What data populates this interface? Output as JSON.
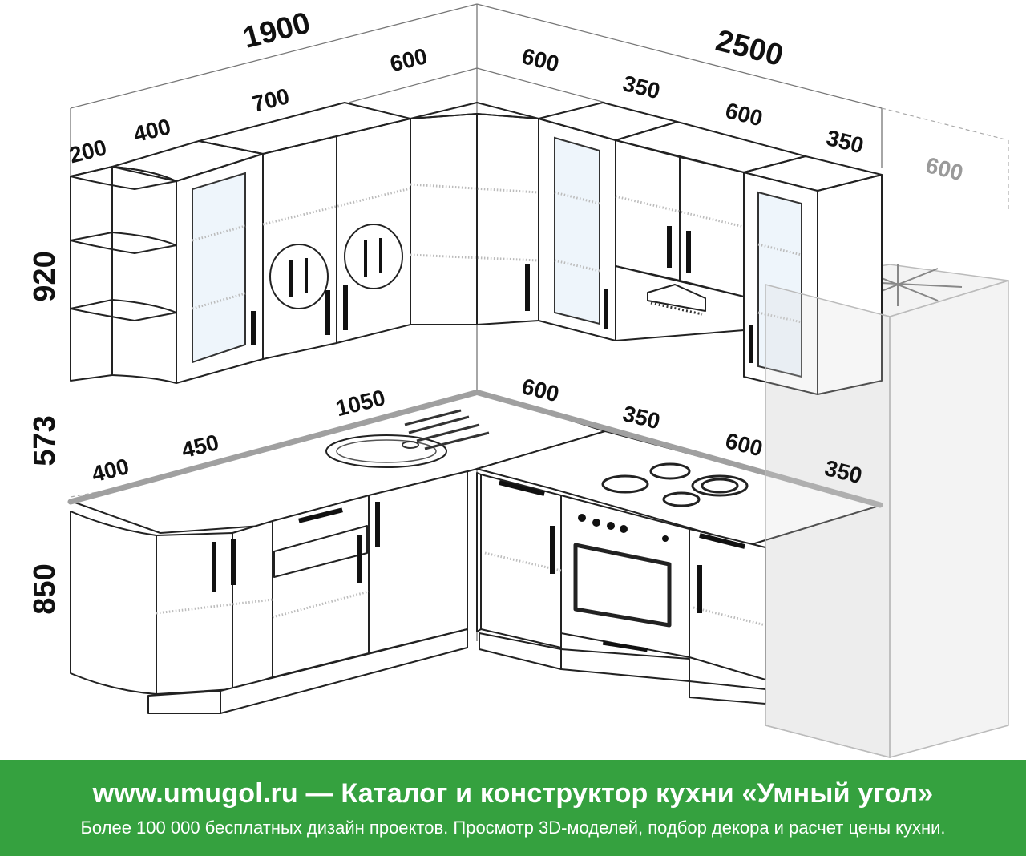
{
  "dimensions": {
    "upper_width_left": "1900",
    "upper_width_right": "2500",
    "upper_seg_200": "200",
    "upper_seg_400": "400",
    "upper_seg_700": "700",
    "upper_seg_600_corner_left": "600",
    "upper_seg_600_corner_right": "600",
    "upper_seg_350_a": "350",
    "upper_seg_600_b": "600",
    "upper_seg_350_b": "350",
    "fridge_depth": "600",
    "height_upper": "920",
    "height_gap": "573",
    "height_base": "850",
    "base_seg_400": "400",
    "base_seg_450": "450",
    "base_seg_1050": "1050",
    "base_seg_600_a": "600",
    "base_seg_350_a": "350",
    "base_seg_600_b": "600",
    "base_seg_350_b": "350"
  },
  "footer": {
    "headline": "www.umugol.ru — Каталог и конструктор кухни «Умный угол»",
    "subline": "Более 100 000 бесплатных дизайн проектов. Просмотр 3D-моделей, подбор декора и расчет цены кухни."
  },
  "colors": {
    "footer_bg": "#35a13f",
    "footer_text": "#ffffff"
  }
}
